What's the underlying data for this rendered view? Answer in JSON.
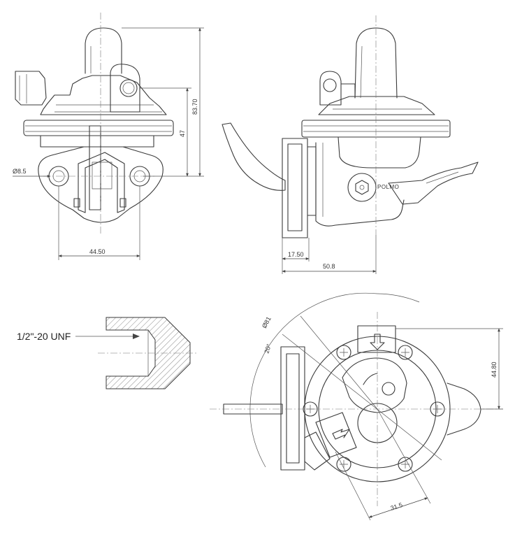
{
  "dimensions": {
    "hole_dia": "Ø8.5",
    "height_total": "83.70",
    "height_flange": "47",
    "hole_spacing": "44.50",
    "side_offset": "17.50",
    "side_depth": "50.8",
    "body_dia": "Ø81",
    "angle": "20°",
    "outlet_height": "44.80",
    "port_offset": "31.5"
  },
  "labels": {
    "thread": "1/2\"-20 UNF",
    "brand": "POLMO"
  },
  "colors": {
    "line": "#3a3a3a",
    "background": "#ffffff"
  }
}
